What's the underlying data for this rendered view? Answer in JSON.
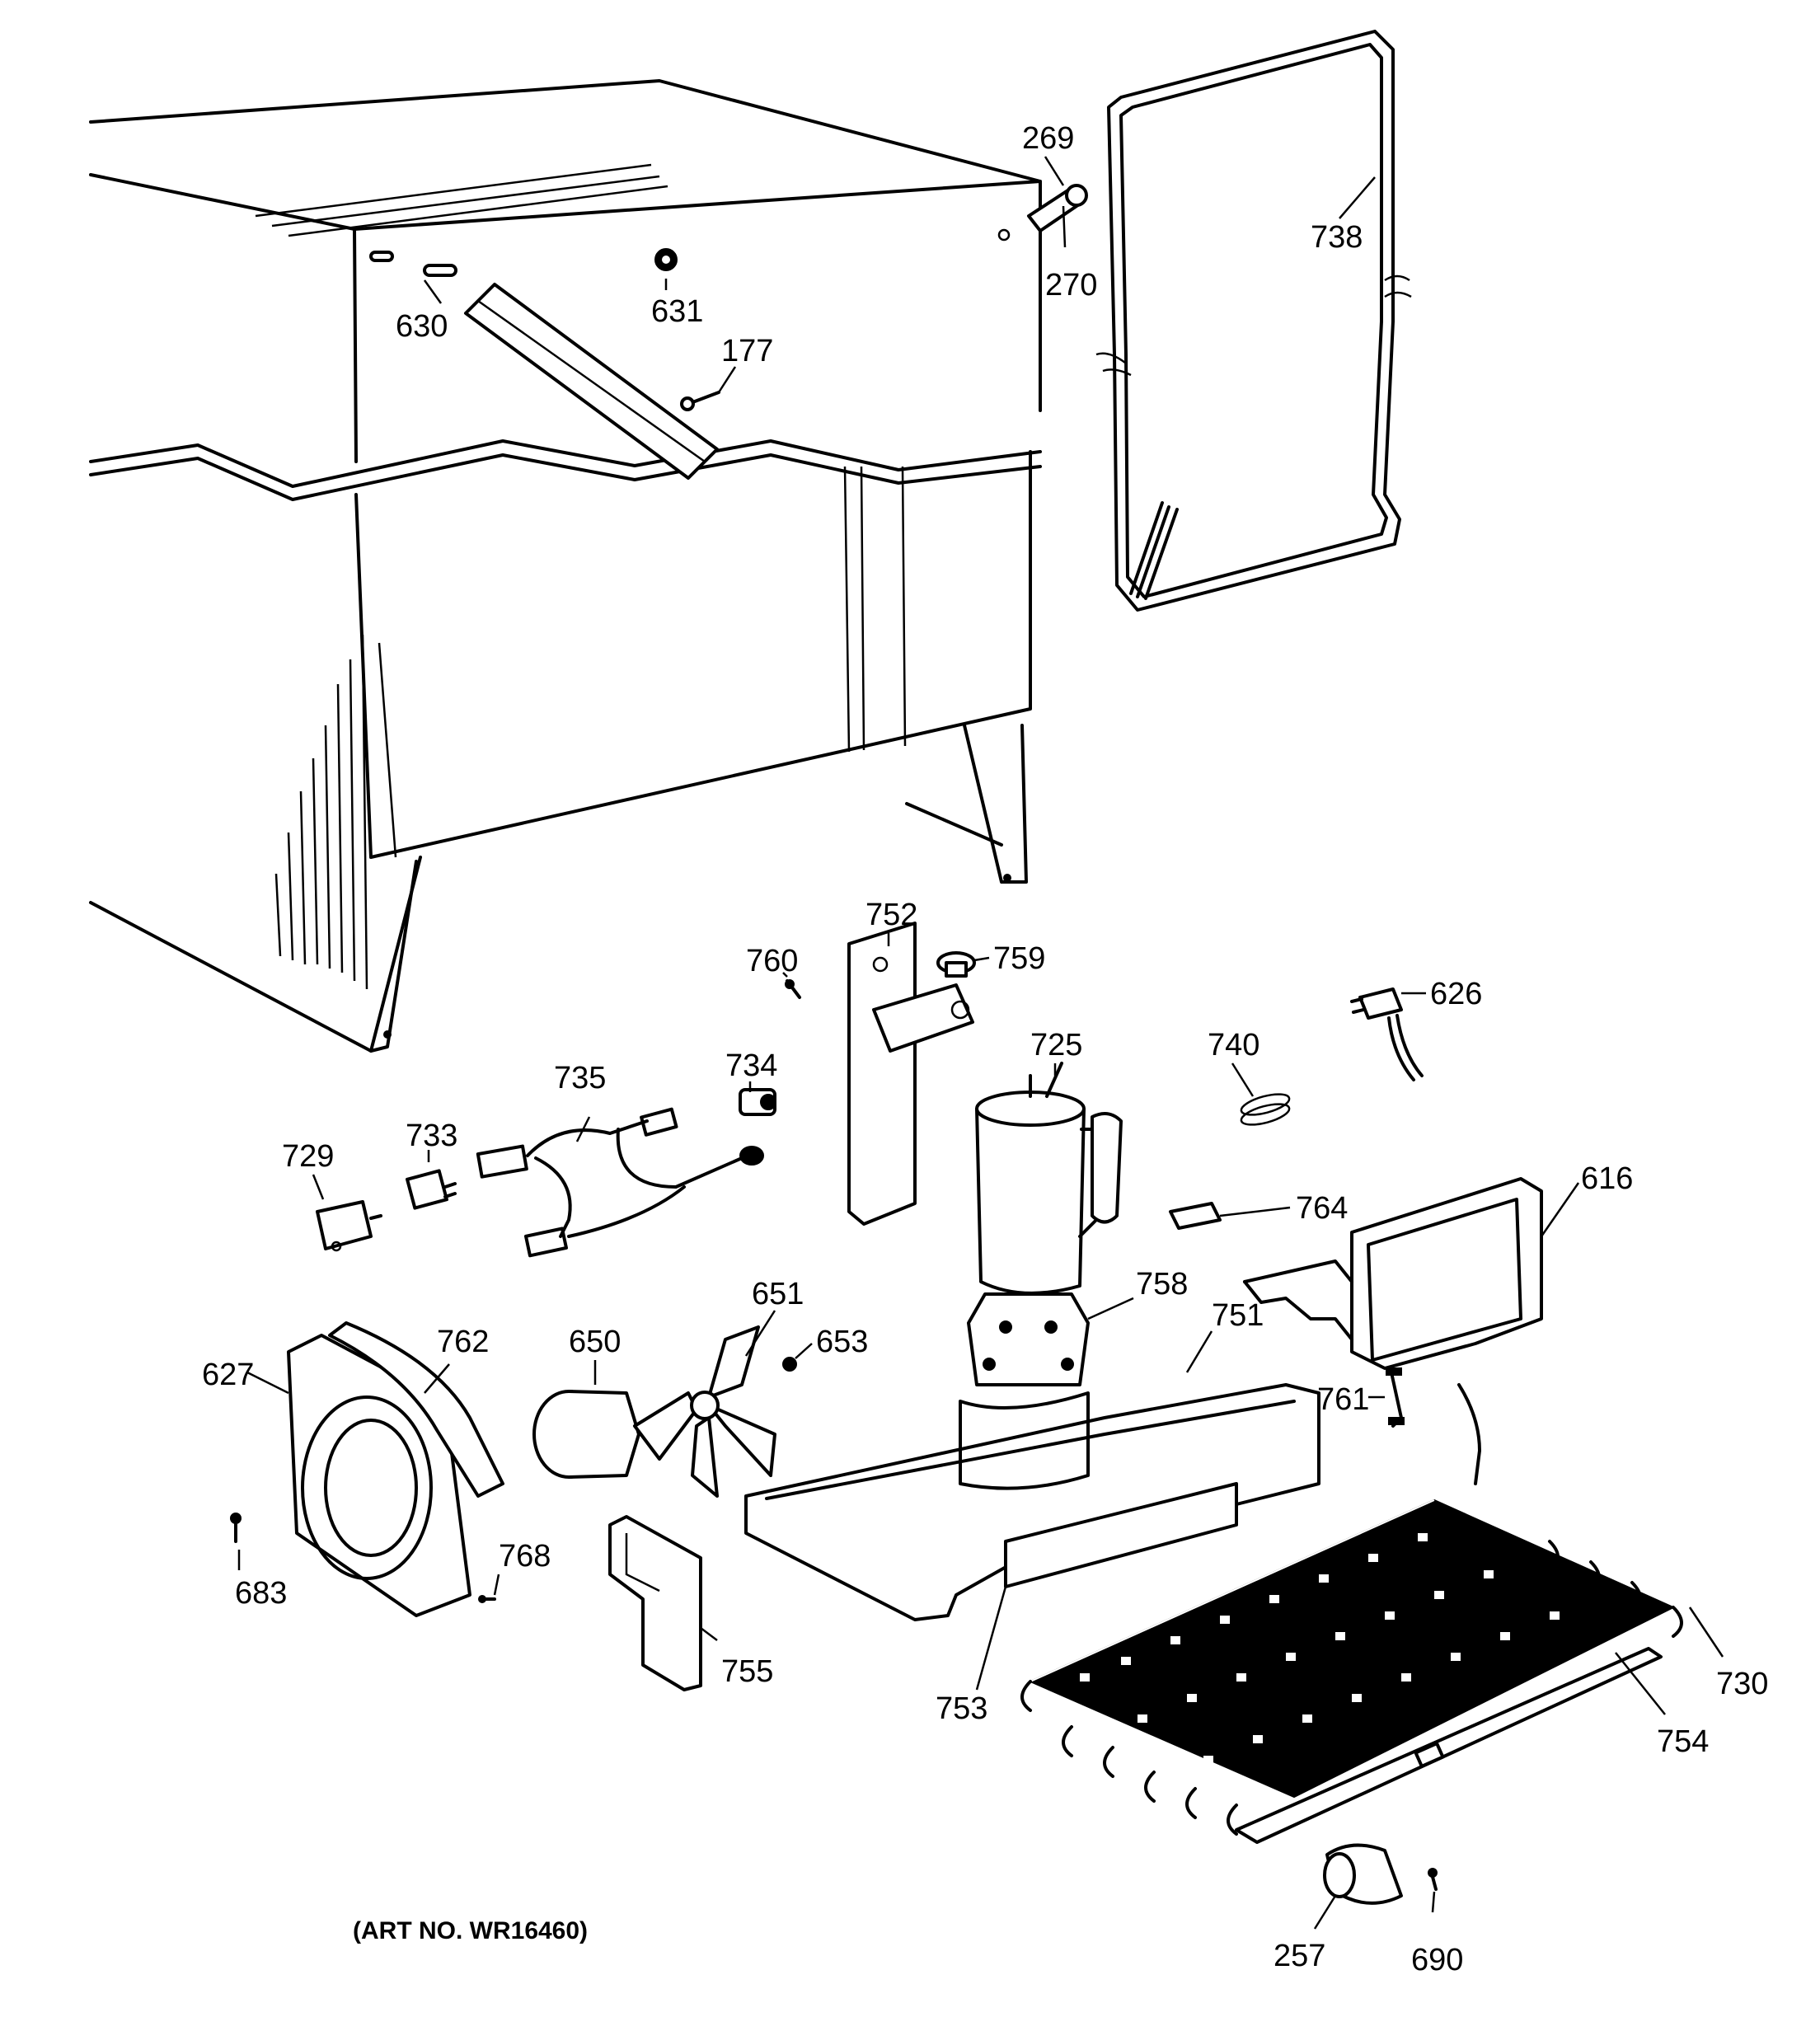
{
  "diagram": {
    "part_labels": {
      "p269": "269",
      "p270": "270",
      "p738": "738",
      "p630": "630",
      "p631": "631",
      "p177": "177",
      "p752": "752",
      "p760": "760",
      "p759": "759",
      "p725": "725",
      "p740": "740",
      "p626": "626",
      "p734": "734",
      "p735": "735",
      "p733": "733",
      "p729": "729",
      "p764": "764",
      "p616": "616",
      "p651": "651",
      "p653": "653",
      "p650": "650",
      "p758": "758",
      "p751": "751",
      "p627": "627",
      "p762": "762",
      "p761": "761",
      "p768": "768",
      "p683": "683",
      "p755": "755",
      "p753": "753",
      "p730": "730",
      "p754": "754",
      "p257": "257",
      "p690": "690"
    },
    "art_number": "(ART NO. WR16460)"
  }
}
